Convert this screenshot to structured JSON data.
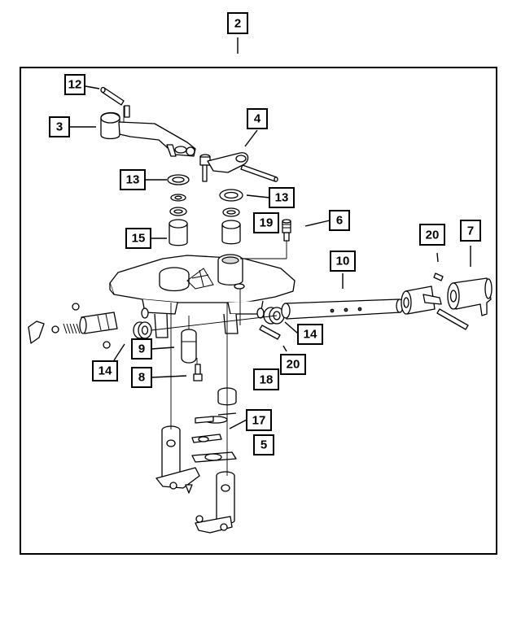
{
  "diagram": {
    "callouts": {
      "c2": "2",
      "c12": "12",
      "c3": "3",
      "c4": "4",
      "c13a": "13",
      "c13b": "13",
      "c19": "19",
      "c6": "6",
      "c20a": "20",
      "c7": "7",
      "c15": "15",
      "c10": "10",
      "c14a": "14",
      "c9": "9",
      "c20b": "20",
      "c14b": "14",
      "c8": "8",
      "c18": "18",
      "c17": "17",
      "c5": "5"
    }
  }
}
